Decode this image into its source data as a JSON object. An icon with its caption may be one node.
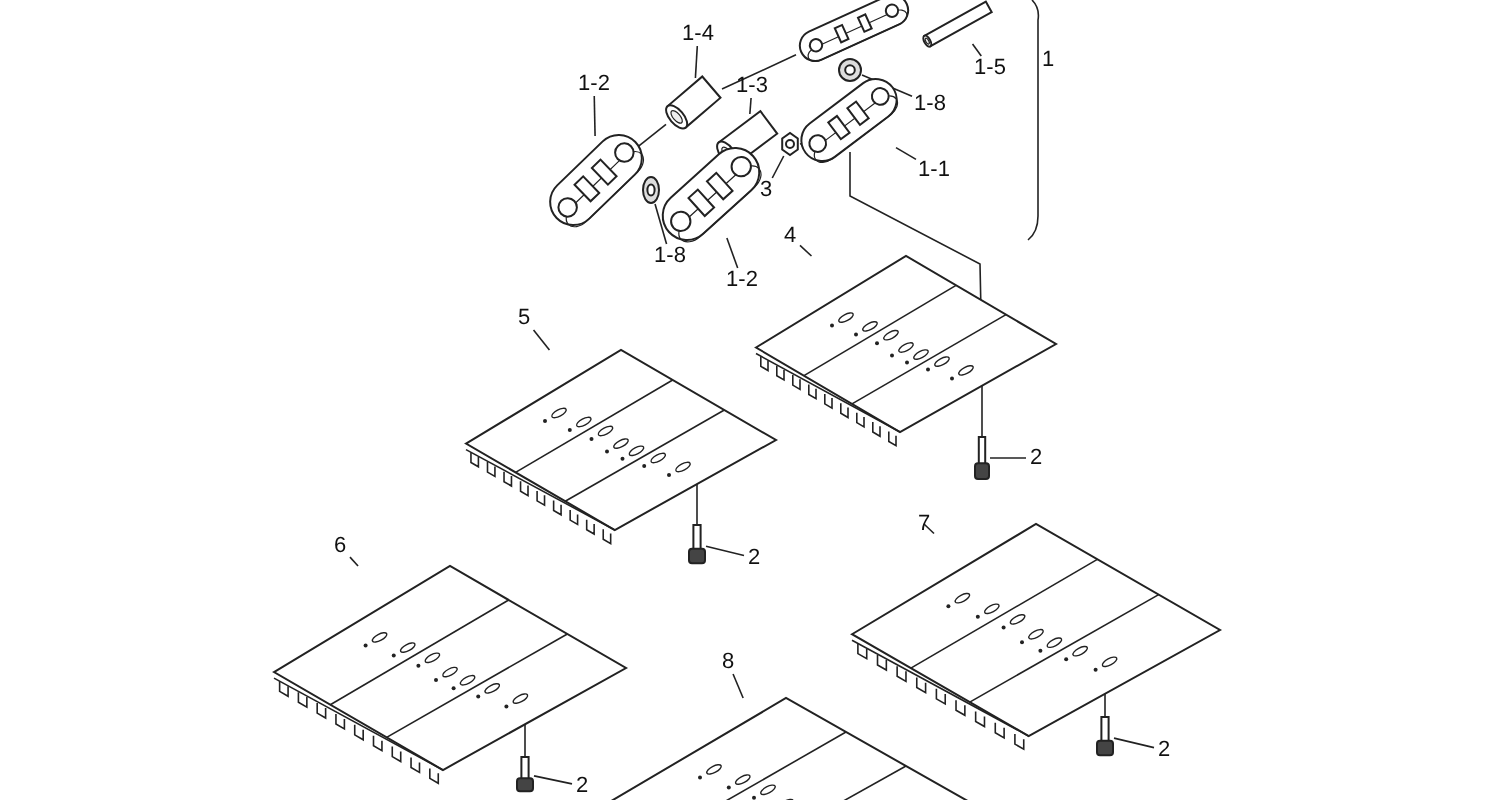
{
  "diagram": {
    "nodes": [
      {
        "text": [
          "1-4"
        ]
      },
      {
        "text": [
          "1-2"
        ]
      },
      {
        "text": [
          "1-3"
        ]
      },
      {
        "text": [
          "1-5"
        ]
      },
      {
        "text": [
          "1-8"
        ]
      },
      {
        "text": [
          "1-1"
        ]
      },
      {
        "text": [
          "3"
        ]
      },
      {
        "text": [
          "1-8"
        ]
      },
      {
        "text": [
          "1-2"
        ]
      },
      {
        "text": [
          "4"
        ]
      },
      {
        "text": [
          "5"
        ]
      },
      {
        "text": [
          "2"
        ]
      },
      {
        "text": [
          "6"
        ]
      },
      {
        "text": [
          "7"
        ]
      },
      {
        "text": [
          "2"
        ]
      },
      {
        "text": [
          "8"
        ]
      },
      {
        "text": [
          "2"
        ]
      },
      {
        "text": [
          "2"
        ]
      },
      {
        "text": [],
        "shape": "picture"
      },
      {
        "text": [],
        "shape": "picture"
      },
      {
        "text": [],
        "shape": "picture"
      },
      {
        "text": [],
        "shape": "picture"
      },
      {
        "text": [],
        "shape": "picture"
      },
      {
        "text": [],
        "shape": "picture"
      },
      {
        "text": [],
        "shape": "picture"
      },
      {
        "text": [],
        "shape": "picture"
      },
      {
        "text": [],
        "shape": "picture"
      },
      {
        "text": [],
        "shape": "picture"
      },
      {
        "text": [],
        "shape": "picture"
      },
      {
        "text": [],
        "shape": "picture"
      },
      {
        "text": [],
        "shape": "picture"
      },
      {
        "text": [],
        "shape": "picture"
      },
      {
        "text": [],
        "shape": "picture"
      },
      {
        "text": [],
        "shape": "picture"
      },
      {
        "text": [],
        "shape": "picture"
      },
      {
        "text": [],
        "shape": "picture"
      },
      {
        "text": [],
        "shape": "picture"
      }
    ],
    "edges": [
      {
        "from": 0,
        "to": 20,
        "arrow": "none"
      },
      {
        "from": 1,
        "to": 23,
        "arrow": "none"
      },
      {
        "from": 2,
        "to": 24,
        "arrow": "none"
      },
      {
        "from": 3,
        "to": 19,
        "arrow": "none"
      },
      {
        "from": 4,
        "to": 21,
        "arrow": "none"
      },
      {
        "from": 5,
        "to": 22,
        "arrow": "none"
      },
      {
        "from": 6,
        "to": 25,
        "arrow": "none"
      },
      {
        "from": 7,
        "to": 27,
        "arrow": "none"
      },
      {
        "from": 8,
        "to": 26,
        "arrow": "none"
      },
      {
        "from": 9,
        "to": 28,
        "arrow": "none"
      },
      {
        "from": 10,
        "to": 29,
        "arrow": "none"
      },
      {
        "from": 11,
        "to": 30,
        "arrow": "none"
      },
      {
        "from": 12,
        "to": 31,
        "arrow": "none"
      },
      {
        "from": 13,
        "to": 32,
        "arrow": "none"
      },
      {
        "from": 14,
        "to": 33,
        "arrow": "none"
      },
      {
        "from": 15,
        "to": 35,
        "arrow": "none"
      },
      {
        "from": 16,
        "to": 34,
        "arrow": "none"
      },
      {
        "from": 17,
        "to": 36,
        "arrow": "none"
      },
      {
        "from": 23,
        "to": 20,
        "arrow": "none"
      },
      {
        "from": 20,
        "to": 18,
        "arrow": "none"
      },
      {
        "from": 25,
        "to": 22,
        "arrow": "none"
      },
      {
        "from": 22,
        "to": 28,
        "arrow": "none"
      },
      {
        "from": 28,
        "to": 30,
        "arrow": "none"
      },
      {
        "from": 29,
        "to": 33,
        "arrow": "none"
      },
      {
        "from": 32,
        "to": 34,
        "arrow": "none"
      },
      {
        "from": 31,
        "to": 36,
        "arrow": "none"
      }
    ],
    "labels": [
      "1"
    ]
  }
}
